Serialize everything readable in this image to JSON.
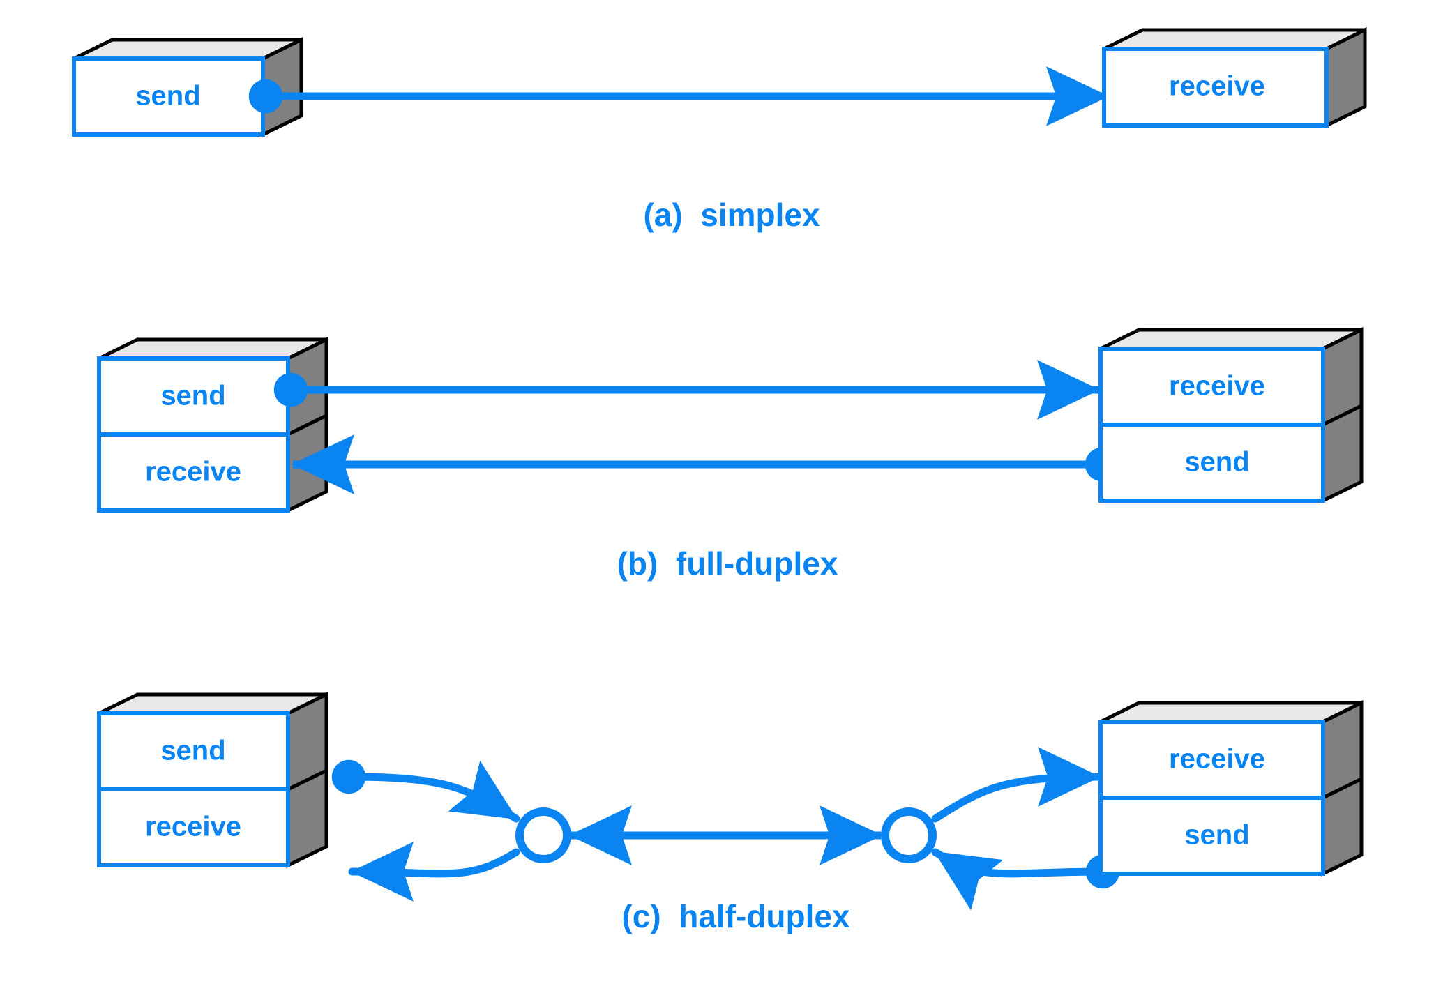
{
  "figure": {
    "title": "Transmission modes diagram",
    "background_color": "#ffffff",
    "accent_color": "#0a84f0",
    "box_top_face_color": "#e8e8e8",
    "box_side_face_color": "#808080",
    "box_outline_color": "#000000"
  },
  "panels": [
    {
      "id": "simplex",
      "caption": "(a)  simplex",
      "left_box": {
        "compartments": [
          {
            "label": "send"
          }
        ]
      },
      "right_box": {
        "compartments": [
          {
            "label": "receive"
          }
        ]
      },
      "links": [
        {
          "from": "send",
          "to": "receive",
          "direction": "left-to-right",
          "style": "straight"
        }
      ]
    },
    {
      "id": "full-duplex",
      "caption": "(b)  full-duplex",
      "left_box": {
        "compartments": [
          {
            "label": "send"
          },
          {
            "label": "receive"
          }
        ]
      },
      "right_box": {
        "compartments": [
          {
            "label": "receive"
          },
          {
            "label": "send"
          }
        ]
      },
      "links": [
        {
          "from": "send",
          "to": "receive",
          "direction": "left-to-right",
          "style": "straight"
        },
        {
          "from": "send",
          "to": "receive",
          "direction": "right-to-left",
          "style": "straight"
        }
      ]
    },
    {
      "id": "half-duplex",
      "caption": "(c)  half-duplex",
      "left_box": {
        "compartments": [
          {
            "label": "send"
          },
          {
            "label": "receive"
          }
        ]
      },
      "right_box": {
        "compartments": [
          {
            "label": "receive"
          },
          {
            "label": "send"
          }
        ]
      },
      "junctions": [
        {
          "id": "left-junction",
          "shape": "circle"
        },
        {
          "id": "right-junction",
          "shape": "circle"
        }
      ],
      "links": [
        {
          "from": "send",
          "to": "left-junction",
          "direction": "left-to-right",
          "style": "curved"
        },
        {
          "from": "left-junction",
          "to": "receive",
          "direction": "right-to-left",
          "style": "curved"
        },
        {
          "from": "left-junction",
          "to": "right-junction",
          "direction": "bidirectional",
          "style": "straight"
        },
        {
          "from": "right-junction",
          "to": "receive",
          "direction": "left-to-right",
          "style": "curved"
        },
        {
          "from": "send",
          "to": "right-junction",
          "direction": "right-to-left",
          "style": "curved"
        }
      ]
    }
  ]
}
